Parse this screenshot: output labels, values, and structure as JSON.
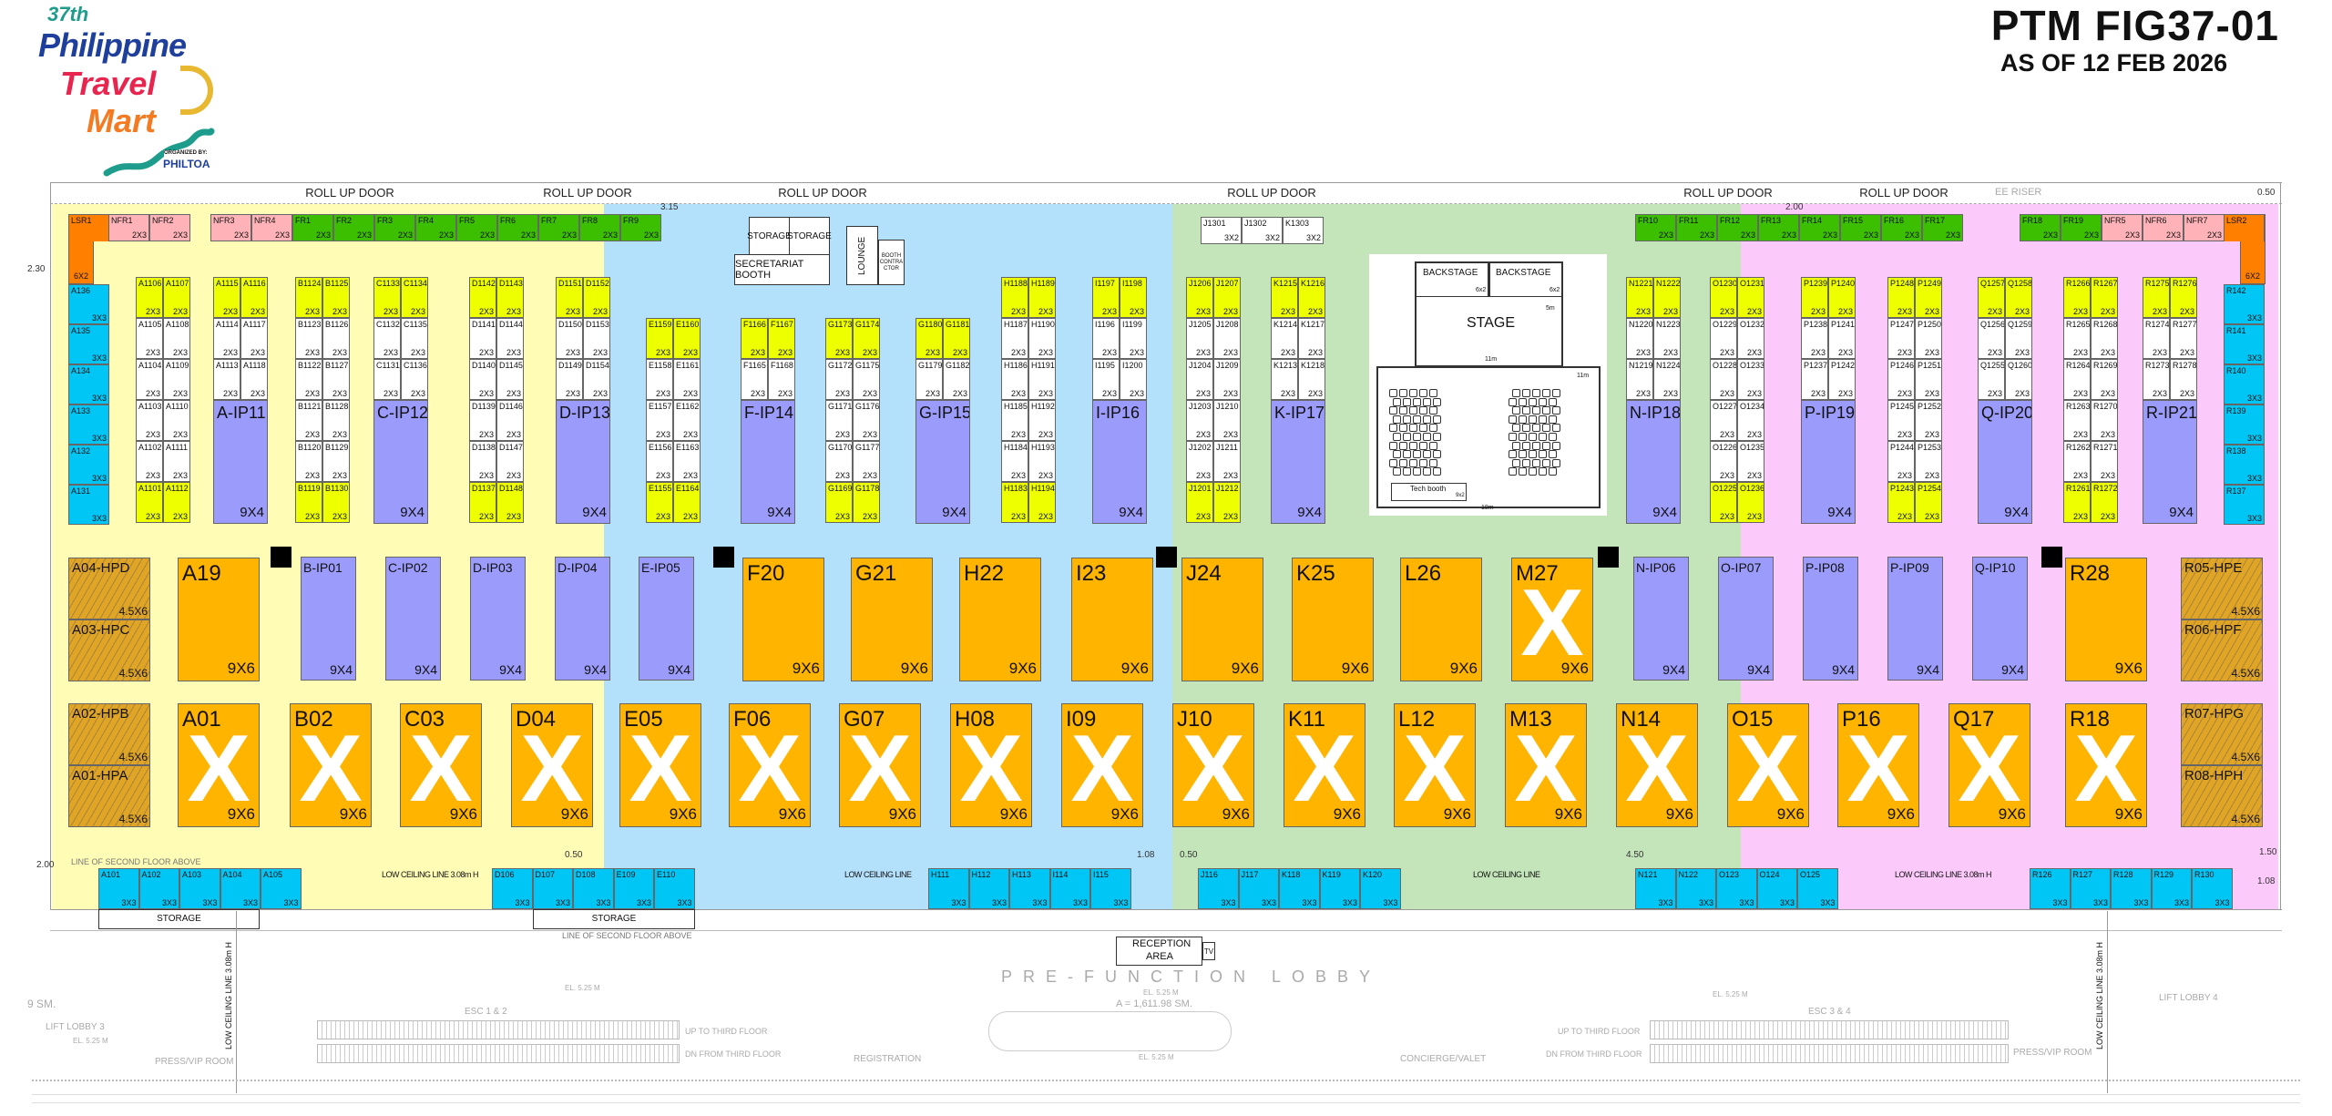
{
  "header": {
    "title": "PTM FIG37-01",
    "as_of": "AS OF 12 FEB 2026"
  },
  "logo": {
    "line1": "37th",
    "line2": "Philippine",
    "line3": "Travel",
    "line4": "Mart",
    "organized_by": "ORGANIZED BY:",
    "organizer": "PHILTOA"
  },
  "colors": {
    "zone_yellow": "#fffcb5",
    "zone_blue": "#b3e0fb",
    "zone_green": "#c3e5b9",
    "zone_pink": "#fcc9fb",
    "corner_booth": "#eeff00",
    "inline_booth": "#ffffff",
    "island_pavilion": "#9b9bfb",
    "perimeter_3x3": "#00c6f5",
    "block_9x6": "#ffb400",
    "non_food_retail": "#ffb3b8",
    "food_retail": "#3cbf00",
    "lsr": "#ff7f00"
  },
  "walls": {
    "roll_up_doors": [
      "ROLL UP DOOR",
      "ROLL UP DOOR",
      "ROLL UP DOOR",
      "ROLL UP DOOR",
      "ROLL UP DOOR",
      "ROLL UP DOOR"
    ],
    "ee_riser": "EE RISER",
    "dimensions": [
      "3.15",
      "2.30",
      "2.00",
      "0.50",
      "2.00",
      "0.50",
      "1.08",
      "0.50",
      "4.50",
      "1.50",
      "1.08"
    ]
  },
  "top_booths": [
    {
      "id": "LSR1",
      "size": "6X2",
      "kind": "lsr"
    },
    {
      "id": "NFR1",
      "size": "2X3",
      "kind": "nfr"
    },
    {
      "id": "NFR2",
      "size": "2X3",
      "kind": "nfr"
    },
    {
      "id": "NFR3",
      "size": "2X3",
      "kind": "nfr"
    },
    {
      "id": "NFR4",
      "size": "2X3",
      "kind": "nfr"
    },
    {
      "id": "FR1",
      "size": "2X3",
      "kind": "fr"
    },
    {
      "id": "FR2",
      "size": "2X3",
      "kind": "fr"
    },
    {
      "id": "FR3",
      "size": "2X3",
      "kind": "fr"
    },
    {
      "id": "FR4",
      "size": "2X3",
      "kind": "fr"
    },
    {
      "id": "FR5",
      "size": "2X3",
      "kind": "fr"
    },
    {
      "id": "FR6",
      "size": "2X3",
      "kind": "fr"
    },
    {
      "id": "FR7",
      "size": "2X3",
      "kind": "fr"
    },
    {
      "id": "FR8",
      "size": "2X3",
      "kind": "fr"
    },
    {
      "id": "FR9",
      "size": "2X3",
      "kind": "fr"
    },
    {
      "id": "FR10",
      "size": "2X3",
      "kind": "fr"
    },
    {
      "id": "FR11",
      "size": "2X3",
      "kind": "fr"
    },
    {
      "id": "FR12",
      "size": "2X3",
      "kind": "fr"
    },
    {
      "id": "FR13",
      "size": "2X3",
      "kind": "fr"
    },
    {
      "id": "FR14",
      "size": "2X3",
      "kind": "fr"
    },
    {
      "id": "FR15",
      "size": "2X3",
      "kind": "fr"
    },
    {
      "id": "FR16",
      "size": "2X3",
      "kind": "fr"
    },
    {
      "id": "FR17",
      "size": "2X3",
      "kind": "fr"
    },
    {
      "id": "FR18",
      "size": "2X3",
      "kind": "fr"
    },
    {
      "id": "FR19",
      "size": "2X3",
      "kind": "fr"
    },
    {
      "id": "NFR5",
      "size": "2X3",
      "kind": "nfr"
    },
    {
      "id": "NFR6",
      "size": "2X3",
      "kind": "nfr"
    },
    {
      "id": "NFR7",
      "size": "2X3",
      "kind": "nfr"
    },
    {
      "id": "LSR2",
      "size": "6X2",
      "kind": "lsr"
    }
  ],
  "side_columns": {
    "left": [
      {
        "id": "A136",
        "size": "3X3"
      },
      {
        "id": "A135",
        "size": "3X3"
      },
      {
        "id": "A134",
        "size": "3X3"
      },
      {
        "id": "A133",
        "size": "3X3"
      },
      {
        "id": "A132",
        "size": "3X3"
      },
      {
        "id": "A131",
        "size": "3X3"
      }
    ],
    "right": [
      {
        "id": "R142",
        "size": "3X3"
      },
      {
        "id": "R141",
        "size": "3X3"
      },
      {
        "id": "R140",
        "size": "3X3"
      },
      {
        "id": "R139",
        "size": "3X3"
      },
      {
        "id": "R138",
        "size": "3X3"
      },
      {
        "id": "R137",
        "size": "3X3"
      }
    ]
  },
  "island_columns": [
    {
      "size": "2X3",
      "rows": [
        [
          "A1106",
          "A1107"
        ],
        [
          "A1105",
          "A1108"
        ],
        [
          "A1104",
          "A1109"
        ],
        [
          "A1103",
          "A1110"
        ],
        [
          "A1102",
          "A1111"
        ],
        [
          "A1101",
          "A1112"
        ]
      ]
    },
    {
      "size": "2X3",
      "rows": [
        [
          "A1115",
          "A1116"
        ],
        [
          "A1114",
          "A1117"
        ],
        [
          "A1113",
          "A1118"
        ]
      ],
      "ip": {
        "id": "A-IP11",
        "size": "9X4"
      }
    },
    {
      "size": "2X3",
      "rows": [
        [
          "B1124",
          "B1125"
        ],
        [
          "B1123",
          "B1126"
        ],
        [
          "B1122",
          "B1127"
        ],
        [
          "B1121",
          "B1128"
        ],
        [
          "B1120",
          "B1129"
        ],
        [
          "B1119",
          "B1130"
        ]
      ]
    },
    {
      "size": "2X3",
      "rows": [
        [
          "C1133",
          "C1134"
        ],
        [
          "C1132",
          "C1135"
        ],
        [
          "C1131",
          "C1136"
        ]
      ],
      "ip": {
        "id": "C-IP12",
        "size": "9X4"
      }
    },
    {
      "size": "2X3",
      "rows": [
        [
          "D1142",
          "D1143"
        ],
        [
          "D1141",
          "D1144"
        ],
        [
          "D1140",
          "D1145"
        ],
        [
          "D1139",
          "D1146"
        ],
        [
          "D1138",
          "D1147"
        ],
        [
          "D1137",
          "D1148"
        ]
      ]
    },
    {
      "size": "2X3",
      "rows": [
        [
          "D1151",
          "D1152"
        ],
        [
          "D1150",
          "D1153"
        ],
        [
          "D1149",
          "D1154"
        ]
      ],
      "ip": {
        "id": "D-IP13",
        "size": "9X4"
      }
    },
    {
      "size": "2X3",
      "rows": [
        [
          "E1159",
          "E1160"
        ],
        [
          "E1158",
          "E1161"
        ],
        [
          "E1157",
          "E1162"
        ],
        [
          "E1156",
          "E1163"
        ],
        [
          "E1155",
          "E1164"
        ]
      ]
    },
    {
      "size": "2X3",
      "rows": [
        [
          "F1166",
          "F1167"
        ],
        [
          "F1165",
          "F1168"
        ]
      ],
      "ip": {
        "id": "F-IP14",
        "size": "9X4"
      }
    },
    {
      "size": "2X3",
      "rows": [
        [
          "G1173",
          "G1174"
        ],
        [
          "G1172",
          "G1175"
        ],
        [
          "G1171",
          "G1176"
        ],
        [
          "G1170",
          "G1177"
        ],
        [
          "G1169",
          "G1178"
        ]
      ]
    },
    {
      "size": "2X3",
      "rows": [
        [
          "G1180",
          "G1181"
        ],
        [
          "G1179",
          "G1182"
        ]
      ],
      "ip": {
        "id": "G-IP15",
        "size": "9X4"
      }
    },
    {
      "size": "2X3",
      "rows": [
        [
          "H1188",
          "H1189"
        ],
        [
          "H1187",
          "H1190"
        ],
        [
          "H1186",
          "H1191"
        ],
        [
          "H1185",
          "H1192"
        ],
        [
          "H1184",
          "H1193"
        ],
        [
          "H1183",
          "H1194"
        ]
      ]
    },
    {
      "size": "2X3",
      "rows": [
        [
          "I1197",
          "I1198"
        ],
        [
          "I1196",
          "I1199"
        ],
        [
          "I1195",
          "I1200"
        ]
      ],
      "ip": {
        "id": "I-IP16",
        "size": "9X4"
      }
    },
    {
      "size": "2X3",
      "rows": [
        [
          "J1206",
          "J1207"
        ],
        [
          "J1205",
          "J1208"
        ],
        [
          "J1204",
          "J1209"
        ],
        [
          "J1203",
          "J1210"
        ],
        [
          "J1202",
          "J1211"
        ],
        [
          "J1201",
          "J1212"
        ]
      ]
    },
    {
      "size": "2X3",
      "rows": [
        [
          "K1215",
          "K1216"
        ],
        [
          "K1214",
          "K1217"
        ],
        [
          "K1213",
          "K1218"
        ]
      ],
      "ip": {
        "id": "K-IP17",
        "size": "9X4"
      }
    },
    {
      "size": "2X3",
      "rows": [
        [
          "N1221",
          "N1222"
        ],
        [
          "N1220",
          "N1223"
        ],
        [
          "N1219",
          "N1224"
        ]
      ],
      "ip": {
        "id": "N-IP18",
        "size": "9X4"
      }
    },
    {
      "size": "2X3",
      "rows": [
        [
          "O1230",
          "O1231"
        ],
        [
          "O1229",
          "O1232"
        ],
        [
          "O1228",
          "O1233"
        ],
        [
          "O1227",
          "O1234"
        ],
        [
          "O1226",
          "O1235"
        ],
        [
          "O1225",
          "O1236"
        ]
      ]
    },
    {
      "size": "2X3",
      "rows": [
        [
          "P1239",
          "P1240"
        ],
        [
          "P1238",
          "P1241"
        ],
        [
          "P1237",
          "P1242"
        ]
      ],
      "ip": {
        "id": "P-IP19",
        "size": "9X4"
      }
    },
    {
      "size": "2X3",
      "rows": [
        [
          "P1248",
          "P1249"
        ],
        [
          "P1247",
          "P1250"
        ],
        [
          "P1246",
          "P1251"
        ],
        [
          "P1245",
          "P1252"
        ],
        [
          "P1244",
          "P1253"
        ],
        [
          "P1243",
          "P1254"
        ]
      ]
    },
    {
      "size": "2X3",
      "rows": [
        [
          "Q1257",
          "Q1258"
        ],
        [
          "Q1256",
          "Q1259"
        ],
        [
          "Q1255",
          "Q1260"
        ]
      ],
      "ip": {
        "id": "Q-IP20",
        "size": "9X4"
      }
    },
    {
      "size": "2X3",
      "rows": [
        [
          "R1266",
          "R1267"
        ],
        [
          "R1265",
          "R1268"
        ],
        [
          "R1264",
          "R1269"
        ],
        [
          "R1263",
          "R1270"
        ],
        [
          "R1262",
          "R1271"
        ],
        [
          "R1261",
          "R1272"
        ]
      ]
    },
    {
      "size": "2X3",
      "rows": [
        [
          "R1275",
          "R1276"
        ],
        [
          "R1274",
          "R1277"
        ],
        [
          "R1273",
          "R1278"
        ]
      ],
      "ip": {
        "id": "R-IP21",
        "size": "9X4"
      }
    }
  ],
  "facilities": {
    "storage": [
      "STORAGE",
      "STORAGE"
    ],
    "secretariat": "SECRETARIAT BOOTH",
    "lounge": "LOUNGE",
    "booth_contractor": "BOOTH CONTRACTOR",
    "small_booths": [
      {
        "id": "J1301",
        "size": "3X2"
      },
      {
        "id": "J1302",
        "size": "3X2"
      },
      {
        "id": "K1303",
        "size": "3X2"
      }
    ]
  },
  "stage": {
    "backstage": [
      {
        "label": "BACKSTAGE",
        "size": "6x2"
      },
      {
        "label": "BACKSTAGE",
        "size": "6x2"
      }
    ],
    "stage_label": "STAGE",
    "stage_depth": "5m",
    "stage_width": "11m",
    "seating_depth": "11m",
    "tech_booth": "Tech booth",
    "tech_size": "9x2",
    "total_width": "18m"
  },
  "hall_rows": {
    "row1": [
      {
        "id": "A04-HPD",
        "size": "4.5X6",
        "kind": "hp"
      },
      {
        "id": "A03-HPC",
        "size": "4.5X6",
        "kind": "hp"
      },
      {
        "id": "A19",
        "size": "9X6",
        "kind": "big"
      },
      {
        "id": "B-IP01",
        "size": "9X4",
        "kind": "ip"
      },
      {
        "id": "C-IP02",
        "size": "9X4",
        "kind": "ip"
      },
      {
        "id": "D-IP03",
        "size": "9X4",
        "kind": "ip"
      },
      {
        "id": "D-IP04",
        "size": "9X4",
        "kind": "ip"
      },
      {
        "id": "E-IP05",
        "size": "9X4",
        "kind": "ip"
      },
      {
        "id": "F20",
        "size": "9X6",
        "kind": "big"
      },
      {
        "id": "G21",
        "size": "9X6",
        "kind": "big"
      },
      {
        "id": "H22",
        "size": "9X6",
        "kind": "big"
      },
      {
        "id": "I23",
        "size": "9X6",
        "kind": "big"
      },
      {
        "id": "J24",
        "size": "9X6",
        "kind": "big"
      },
      {
        "id": "K25",
        "size": "9X6",
        "kind": "big"
      },
      {
        "id": "L26",
        "size": "9X6",
        "kind": "big"
      },
      {
        "id": "M27",
        "size": "9X6",
        "kind": "big",
        "taken": true
      },
      {
        "id": "N-IP06",
        "size": "9X4",
        "kind": "ip"
      },
      {
        "id": "O-IP07",
        "size": "9X4",
        "kind": "ip"
      },
      {
        "id": "P-IP08",
        "size": "9X4",
        "kind": "ip"
      },
      {
        "id": "P-IP09",
        "size": "9X4",
        "kind": "ip"
      },
      {
        "id": "Q-IP10",
        "size": "9X4",
        "kind": "ip"
      },
      {
        "id": "R28",
        "size": "9X6",
        "kind": "big"
      },
      {
        "id": "R05-HPE",
        "size": "4.5X6",
        "kind": "hp"
      },
      {
        "id": "R06-HPF",
        "size": "4.5X6",
        "kind": "hp"
      }
    ],
    "row2": [
      {
        "id": "A02-HPB",
        "size": "4.5X6",
        "kind": "hp"
      },
      {
        "id": "A01-HPA",
        "size": "4.5X6",
        "kind": "hp"
      },
      {
        "id": "A01",
        "size": "9X6",
        "kind": "big",
        "taken": true
      },
      {
        "id": "B02",
        "size": "9X6",
        "kind": "big",
        "taken": true
      },
      {
        "id": "C03",
        "size": "9X6",
        "kind": "big",
        "taken": true
      },
      {
        "id": "D04",
        "size": "9X6",
        "kind": "big",
        "taken": true
      },
      {
        "id": "E05",
        "size": "9X6",
        "kind": "big",
        "taken": true
      },
      {
        "id": "F06",
        "size": "9X6",
        "kind": "big",
        "taken": true
      },
      {
        "id": "G07",
        "size": "9X6",
        "kind": "big",
        "taken": true
      },
      {
        "id": "H08",
        "size": "9X6",
        "kind": "big",
        "taken": true
      },
      {
        "id": "I09",
        "size": "9X6",
        "kind": "big",
        "taken": true
      },
      {
        "id": "J10",
        "size": "9X6",
        "kind": "big",
        "taken": true
      },
      {
        "id": "K11",
        "size": "9X6",
        "kind": "big",
        "taken": true
      },
      {
        "id": "L12",
        "size": "9X6",
        "kind": "big",
        "taken": true
      },
      {
        "id": "M13",
        "size": "9X6",
        "kind": "big",
        "taken": true
      },
      {
        "id": "N14",
        "size": "9X6",
        "kind": "big",
        "taken": true
      },
      {
        "id": "O15",
        "size": "9X6",
        "kind": "big",
        "taken": true
      },
      {
        "id": "P16",
        "size": "9X6",
        "kind": "big",
        "taken": true
      },
      {
        "id": "Q17",
        "size": "9X6",
        "kind": "big",
        "taken": true
      },
      {
        "id": "R18",
        "size": "9X6",
        "kind": "big",
        "taken": true
      },
      {
        "id": "R07-HPG",
        "size": "4.5X6",
        "kind": "hp"
      },
      {
        "id": "R08-HPH",
        "size": "4.5X6",
        "kind": "hp"
      }
    ],
    "taken_mark": "X"
  },
  "bottom_booths": [
    {
      "id": "A101",
      "size": "3X3"
    },
    {
      "id": "A102",
      "size": "3X3"
    },
    {
      "id": "A103",
      "size": "3X3"
    },
    {
      "id": "A104",
      "size": "3X3"
    },
    {
      "id": "A105",
      "size": "3X3"
    },
    {
      "id": "D106",
      "size": "3X3"
    },
    {
      "id": "D107",
      "size": "3X3"
    },
    {
      "id": "D108",
      "size": "3X3"
    },
    {
      "id": "E109",
      "size": "3X3"
    },
    {
      "id": "E110",
      "size": "3X3"
    },
    {
      "id": "H111",
      "size": "3X3"
    },
    {
      "id": "H112",
      "size": "3X3"
    },
    {
      "id": "H113",
      "size": "3X3"
    },
    {
      "id": "I114",
      "size": "3X3"
    },
    {
      "id": "I115",
      "size": "3X3"
    },
    {
      "id": "J116",
      "size": "3X3"
    },
    {
      "id": "J117",
      "size": "3X3"
    },
    {
      "id": "K118",
      "size": "3X3"
    },
    {
      "id": "K119",
      "size": "3X3"
    },
    {
      "id": "K120",
      "size": "3X3"
    },
    {
      "id": "N121",
      "size": "3X3"
    },
    {
      "id": "N122",
      "size": "3X3"
    },
    {
      "id": "O123",
      "size": "3X3"
    },
    {
      "id": "O124",
      "size": "3X3"
    },
    {
      "id": "O125",
      "size": "3X3"
    },
    {
      "id": "R126",
      "size": "3X3"
    },
    {
      "id": "R127",
      "size": "3X3"
    },
    {
      "id": "R128",
      "size": "3X3"
    },
    {
      "id": "R129",
      "size": "3X3"
    },
    {
      "id": "R130",
      "size": "3X3"
    }
  ],
  "lobby": {
    "low_ceiling_labels": [
      "LOW CEILING LINE 3.08m H",
      "LOW CEILING LINE",
      "LOW CEILING LINE",
      "LOW CEILING LINE 3.08m H"
    ],
    "low_ceiling_vertical": [
      "LOW CEILING LINE 3.08m H",
      "LOW CEILING LINE 3.08m H"
    ],
    "second_floor_lines": [
      "LINE OF SECOND FLOOR ABOVE",
      "LINE OF SECOND FLOOR ABOVE"
    ],
    "storage": [
      "STORAGE",
      "STORAGE"
    ],
    "reception": [
      "RECEPTION",
      "AREA"
    ],
    "tv": "TV",
    "prefunction": "PRE-FUNCTION LOBBY",
    "area": "A = 1,611.98 SM.",
    "elevation": "EL. 5.25 M",
    "esc_left": "ESC 1 & 2",
    "esc_right": "ESC 3 & 4",
    "up": "UP TO THIRD FLOOR",
    "down": "DN FROM THIRD FLOOR",
    "press": "PRESS/VIP ROOM",
    "registration": "REGISTRATION",
    "concierge": "CONCIERGE/VALET",
    "lift3": "LIFT LOBBY 3",
    "lift4": "LIFT LOBBY 4",
    "sm9": "9 SM."
  }
}
